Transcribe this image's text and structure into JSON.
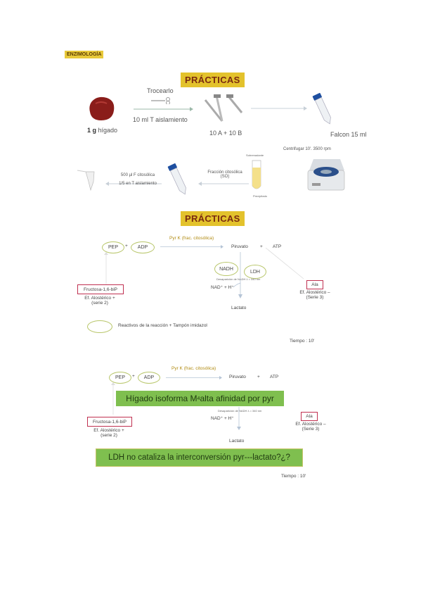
{
  "header": {
    "tag": "ENZIMOLOGÍA"
  },
  "slide1": {
    "title": "PRÁCTICAS",
    "trocearlo": "Trocearlo",
    "liver_label_bold": "1 g",
    "liver_label": "hígado",
    "aislamiento": "10 ml T aislamiento",
    "tubes": "10 A + 10 B",
    "falcon": "Falcon 15 ml",
    "centrifugar": "Centrifugar 10'. 3500 rpm",
    "sobrenadante": "Sobrenadante",
    "precipitado": "Precipitado",
    "fraccion_1": "Fracción citosólica",
    "fraccion_2": "(SO)",
    "aliquot_1": "500 µl F citosólica",
    "aliquot_2": "1/5 en T aislamiento"
  },
  "slide2": {
    "title": "PRÁCTICAS",
    "pep": "PEP",
    "plus1": "+",
    "adp": "ADP",
    "pyrk": "Pyr K (frac. citosólica)",
    "piruvato": "Piruvato",
    "plus2": "+",
    "atp": "ATP",
    "nadh": "NADH",
    "ldh": "LDH",
    "desaparicion": "Desaparición de NADH λ = 340 nm",
    "nad": "NAD⁺ + H⁺",
    "lactato": "Lactato",
    "fructosa": "Fructosa-1,6-biP",
    "ef_plus_1": "Ef. Alostérico +",
    "ef_plus_2": "(serie 2)",
    "ala": "Ala",
    "ef_minus_1": "Ef. Alostérico –",
    "ef_minus_2": "(Serie 3)",
    "reactivos": "Reactivos de la reacción + Tampón imidazol",
    "tiempo": "Tiempo : 10'"
  },
  "slide3": {
    "pep": "PEP",
    "plus1": "+",
    "adp": "ADP",
    "pyrk": "Pyr K (frac. citosólica)",
    "piruvato": "Piruvato",
    "plus2": "+",
    "atp": "ATP",
    "banner1_pre": "Hígado isoforma M",
    "banner1_sub": "4",
    "banner1_post": " alta afinidad por pyr",
    "desaparicion": "Desaparición de NADH λ = 340 nm",
    "nad": "NAD⁺ + H⁺",
    "lactato": "Lactato",
    "fructosa": "Fructosa-1,6-biP",
    "ef_plus_1": "Ef. Alostérico +",
    "ef_plus_2": "(serie 2)",
    "ala": "Ala",
    "ef_minus_1": "Ef. Alostérico –",
    "ef_minus_2": "(Serie 3)",
    "banner2": "LDH no cataliza la interconversión pyr---lactato?¿?",
    "tiempo": "Tiempo : 10'"
  }
}
